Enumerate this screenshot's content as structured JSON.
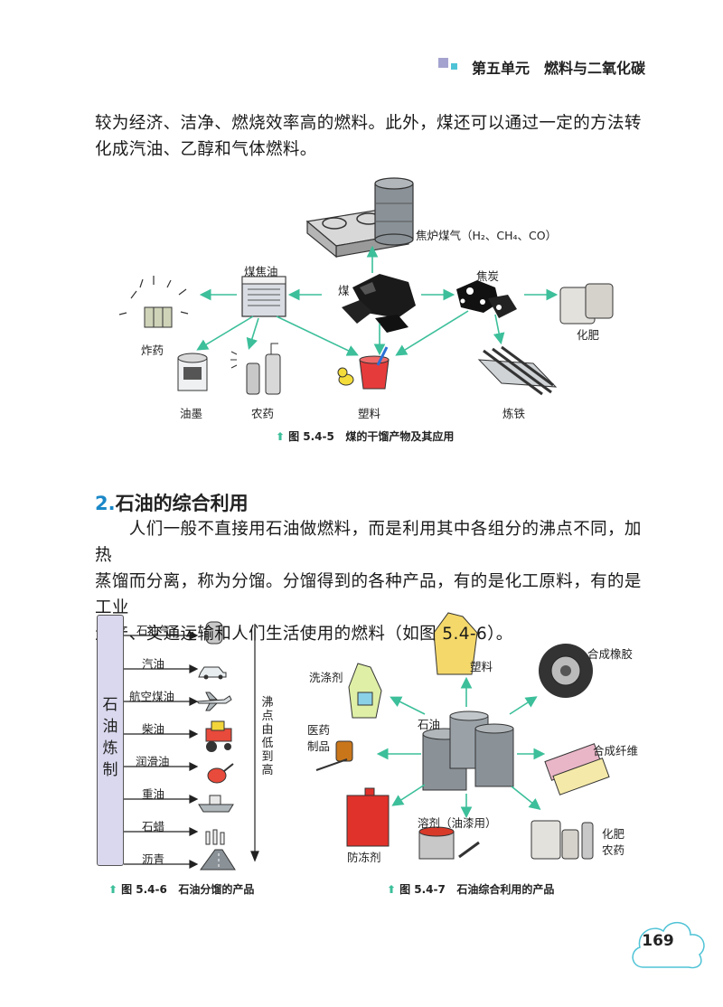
{
  "header": {
    "title": "第五单元　燃料与二氧化碳",
    "square_colors": [
      "#a4a3cf",
      "#4fc3d6",
      "#9fdde6"
    ]
  },
  "para1": {
    "line1": "较为经济、洁净、燃烧效率高的燃料。此外，煤还可以通过一定的方法转",
    "line2": "化成汽油、乙醇和气体燃料。"
  },
  "fig5": {
    "labels": {
      "gas": "焦炉煤气（H₂、CH₄、CO）",
      "tar": "煤焦油",
      "coal": "煤",
      "coke": "焦炭",
      "fertilizer": "化肥",
      "explosive": "炸药",
      "ink": "油墨",
      "pesticide": "农药",
      "plastic": "塑料",
      "iron": "炼铁"
    },
    "caption_num": "图 5.4-5",
    "caption_text": "煤的干馏产物及其应用"
  },
  "section2": {
    "num": "2.",
    "title": "石油的综合利用"
  },
  "para2": {
    "line1": "　　人们一般不直接用石油做燃料，而是利用其中各组分的沸点不同，加热",
    "line2": "蒸馏而分离，称为分馏。分馏得到的各种产品，有的是化工原料，有的是工业",
    "line3": "生产、交通运输和人们生活使用的燃料（如图 5.4-6）。"
  },
  "fig6": {
    "refining": [
      "石",
      "油",
      "炼",
      "制"
    ],
    "products": [
      "石油气",
      "汽油",
      "航空煤油",
      "柴油",
      "润滑油",
      "重油",
      "石蜡",
      "沥青"
    ],
    "boiling": [
      "沸",
      "点",
      "由",
      "低",
      "到",
      "高"
    ],
    "caption_num": "图 5.4-6",
    "caption_text": "石油分馏的产品"
  },
  "fig7": {
    "labels": {
      "oil": "石油",
      "plastic": "塑料",
      "rubber": "合成橡胶",
      "detergent": "洗涤剂",
      "medicine1": "医药",
      "medicine2": "制品",
      "fiber": "合成纤维",
      "antifreeze": "防冻剂",
      "solvent": "溶剂（油漆用）",
      "fertilizer": "化肥",
      "pesticide": "农药"
    },
    "caption_num": "图 5.4-7",
    "caption_text": "石油综合利用的产品"
  },
  "page_number": "169",
  "colors": {
    "arrow": "#3cbf9a",
    "section_num": "#1b88c8",
    "barrel": "#8a9298",
    "refine_box": "#d9d8ee"
  }
}
